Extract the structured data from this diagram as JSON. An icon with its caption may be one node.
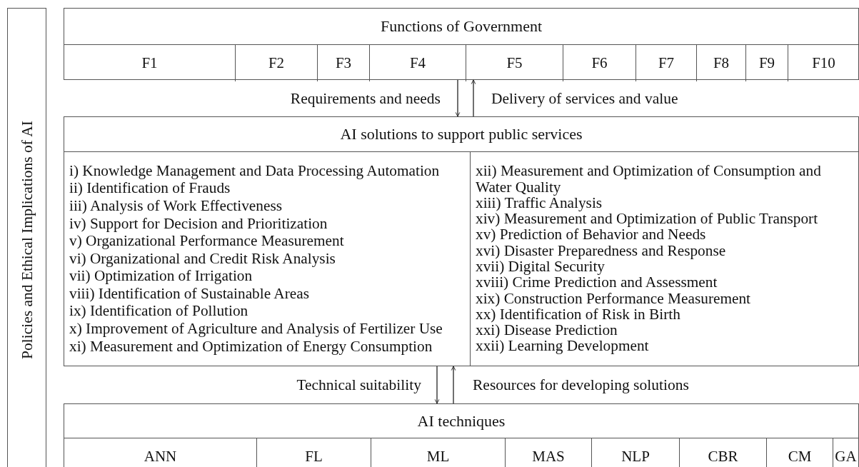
{
  "diagram": {
    "nodes": [
      {
        "text": [
          "Policies and Ethical Implications of AI"
        ]
      },
      {
        "text": [
          "Functions of Government"
        ]
      },
      {
        "text": [
          "F1"
        ],
        "in": 1
      },
      {
        "text": [
          "F2"
        ],
        "in": 1
      },
      {
        "text": [
          "F3"
        ],
        "in": 1
      },
      {
        "text": [
          "F4"
        ],
        "in": 1
      },
      {
        "text": [
          "F5"
        ],
        "in": 1
      },
      {
        "text": [
          "F6"
        ],
        "in": 1
      },
      {
        "text": [
          "F7"
        ],
        "in": 1
      },
      {
        "text": [
          "F8"
        ],
        "in": 1
      },
      {
        "text": [
          "F9"
        ],
        "in": 1
      },
      {
        "text": [
          "F10"
        ],
        "in": 1
      },
      {
        "text": [
          "AI solutions to support public services"
        ]
      },
      {
        "text": [
          "i) Knowledge Management and Data Processing Automation",
          "ii) Identification of Frauds",
          "iii) Analysis of Work Effectiveness",
          "iv) Support for Decision and Prioritization",
          "v) Organizational Performance Measurement",
          "vi) Organizational and Credit Risk Analysis",
          "vii) Optimization of Irrigation",
          "viii) Identification of Sustainable Areas",
          "ix) Identification of Pollution",
          "x) Improvement of Agriculture and Analysis of Fertilizer Use",
          "xi) Measurement and Optimization of Energy Consumption"
        ],
        "in": 12
      },
      {
        "text": [
          "xii) Measurement and Optimization of Consumption and Water Quality",
          "xiii) Traffic Analysis",
          "xiv) Measurement and Optimization of Public Transport",
          "xv) Prediction of Behavior and Needs",
          "xvi) Disaster Preparedness and Response",
          "xvii) Digital Security",
          "xviii) Crime Prediction and Assessment",
          "xix) Construction Performance Measurement",
          "xx) Identification of Risk in Birth",
          "xxi) Disease Prediction",
          "xxii) Learning Development"
        ],
        "in": 12
      },
      {
        "text": [
          "AI techniques"
        ]
      },
      {
        "text": [
          "ANN"
        ],
        "in": 15
      },
      {
        "text": [
          "FL"
        ],
        "in": 15
      },
      {
        "text": [
          "ML"
        ],
        "in": 15
      },
      {
        "text": [
          "MAS"
        ],
        "in": 15
      },
      {
        "text": [
          "NLP"
        ],
        "in": 15
      },
      {
        "text": [
          "CBR"
        ],
        "in": 15
      },
      {
        "text": [
          "CM"
        ],
        "in": 15
      },
      {
        "text": [
          "GA"
        ],
        "in": 15
      }
    ],
    "edges": [
      {
        "from": 1,
        "to": 12,
        "arrow": "to",
        "label": "Requirements and needs"
      },
      {
        "from": 12,
        "to": 1,
        "arrow": "to",
        "label": "Delivery of services and value"
      },
      {
        "from": 12,
        "to": 15,
        "arrow": "to",
        "label": "Technical suitability"
      },
      {
        "from": 15,
        "to": 12,
        "arrow": "to",
        "label": "Resources for developing solutions"
      }
    ]
  }
}
